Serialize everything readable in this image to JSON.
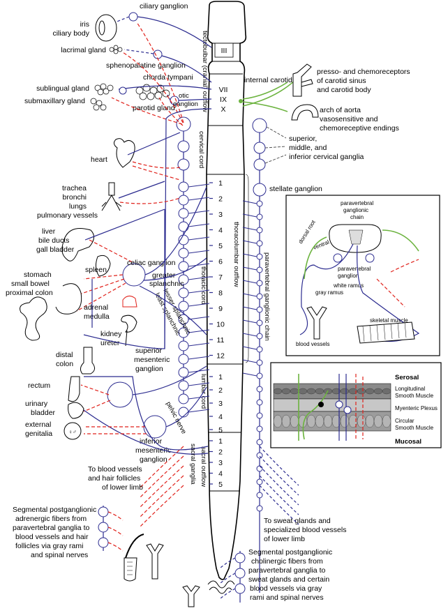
{
  "colors": {
    "preganglionic": "#2b2b8f",
    "sympathetic_postganglionic": "#e0211a",
    "parasympathetic_postganglionic": "#2b2b8f",
    "afferent": "#6cb33f"
  },
  "spinal_cord": {
    "cranial_nerves": [
      "III",
      "VII",
      "IX",
      "X"
    ],
    "thoracic_segments": [
      "1",
      "2",
      "3",
      "4",
      "5",
      "6",
      "7",
      "8",
      "9",
      "10",
      "11",
      "12"
    ],
    "lumbar_segments": [
      "1",
      "2",
      "3",
      "4",
      "5"
    ],
    "sacral_segments": [
      "1",
      "2",
      "3",
      "4",
      "5"
    ],
    "region_labels": {
      "cranial": "tectobulbar (cranial) outflow",
      "cervical": "cervical cord",
      "thoracic": "thoracic cord",
      "lumbar": "lumbar cord",
      "sacral": "sacral outflow",
      "thoracolumbar": "thoracolumbar outflow"
    }
  },
  "head_labels": {
    "iris": "iris",
    "ciliary_body": "ciliary body",
    "ciliary_ganglion": "ciliary ganglion",
    "lacrimal_gland": "lacrimal gland",
    "sphenopalatine_ganglion": "sphenopalatine ganglion",
    "chorda_tympani": "chorda tympani",
    "sublingual_gland": "sublingual gland",
    "submaxillary_gland": "submaxillary gland",
    "parotid_gland": "parotid gland",
    "otic": "otic",
    "ganglion": "ganglion",
    "internal_carotid": "internal carotid"
  },
  "left_organs": {
    "heart": "heart",
    "lungs": [
      "trachea",
      "bronchi",
      "lungs",
      "pulmonary vessels"
    ],
    "liver": [
      "liver",
      "bile ducts",
      "gall bladder"
    ],
    "spleen": "spleen",
    "celiac_ganglion": "celiac ganglion",
    "greater_splanchnic": [
      "greater",
      "splanchnic"
    ],
    "lesser_splanchnic": "lesser splanchnic",
    "least_splanchnic": "least splanchnic",
    "stomach": [
      "stomach",
      "small bowel",
      "proximal colon"
    ],
    "adrenal": [
      "adrenal",
      "medulla"
    ],
    "kidney": [
      "kidney",
      "ureter"
    ],
    "distal_colon": [
      "distal",
      "colon"
    ],
    "superior_mesenteric": [
      "superior",
      "mesenteric",
      "ganglion"
    ],
    "rectum": "rectum",
    "bladder": [
      "urinary",
      "bladder"
    ],
    "genitalia": [
      "external",
      "genitalia"
    ],
    "pelvic_nerve": "pelvic nerve",
    "inferior_mesenteric": [
      "inferior",
      "mesenteric",
      "ganglion"
    ],
    "sacral_ganglia": "sacral ganglia",
    "lower_limb_vessels": [
      "To blood vessels",
      "and hair follicles",
      "of lower limb"
    ],
    "adrenergic_note": [
      "Segmental postganglionic",
      "adrenergic fibers from",
      "paravertebral ganglia to",
      "blood vessels and hair",
      "follicles via gray rami",
      "and spinal nerves"
    ]
  },
  "right_labels": {
    "chemoreceptors": [
      "presso- and chemoreceptors",
      "of carotid sinus",
      "and carotid body"
    ],
    "aorta": [
      "arch of aorta",
      "vasosensitive and",
      "chemoreceptive endings"
    ],
    "cervical_ganglia": [
      "superior,",
      "middle, and",
      "inferior cervical ganglia"
    ],
    "stellate": "stellate ganglion",
    "paravertebral_chain": "paravertebral ganglionic chain",
    "sweat_glands": [
      "To sweat glands and",
      "specialized blood vessels",
      "of lower limb"
    ],
    "cholinergic_note": [
      "Segmental postganglionic",
      "cholinergic fibers from",
      "paravertebral ganglia to",
      "sweat glands and certain",
      "blood vessels via gray",
      "rami and spinal nerves"
    ]
  },
  "inset_spinal": {
    "paravertebral_chain": [
      "paravertebral",
      "ganglionic",
      "chain"
    ],
    "dorsal_root": "dorsal root",
    "ventral": "ventral",
    "paravertebral_ganglion": [
      "paravertebral",
      "ganglion"
    ],
    "white_ramus": "white ramus",
    "gray_ramus": "gray ramus",
    "skeletal_muscle": "skeletal muscle",
    "blood_vessels": "blood vessels"
  },
  "inset_gut": {
    "serosal": "Serosal",
    "longitudinal": [
      "Longitudinal",
      "Smooth Muscle"
    ],
    "myenteric": "Myenteric Plexus",
    "circular": [
      "Circular",
      "Smooth Muscle"
    ],
    "mucosal": "Mucosal"
  }
}
